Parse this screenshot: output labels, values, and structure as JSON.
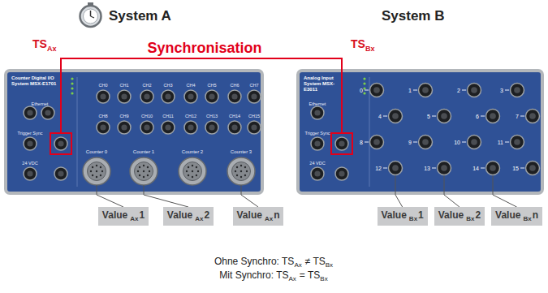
{
  "diagram": {
    "nodes": [
      {
        "text": [
          "System A",
          "Counter Digital I/O System MSX-E1701"
        ]
      },
      {
        "text": [
          "System B",
          "Analog Input System MSX-E3011"
        ]
      },
      {
        "text": [
          "Value",
          "Ax",
          "1"
        ]
      },
      {
        "text": [
          "Value",
          "Ax",
          "2"
        ]
      },
      {
        "text": [
          "Value",
          "Ax",
          "n"
        ]
      },
      {
        "text": [
          "Value",
          "Bx",
          "1"
        ]
      },
      {
        "text": [
          "Value",
          "Bx",
          "2"
        ]
      },
      {
        "text": [
          "Value",
          "Bx",
          "n"
        ]
      }
    ],
    "edges": [
      {
        "from": 0,
        "to": 1,
        "arrow": "none",
        "label": "Synchronisation"
      },
      {
        "from": 2,
        "to": 0,
        "arrow": "none"
      },
      {
        "from": 3,
        "to": 0,
        "arrow": "none"
      },
      {
        "from": 4,
        "to": 0,
        "arrow": "none"
      },
      {
        "from": 5,
        "to": 1,
        "arrow": "none"
      },
      {
        "from": 6,
        "to": 1,
        "arrow": "none"
      },
      {
        "from": 7,
        "to": 1,
        "arrow": "none"
      }
    ],
    "labels": [
      "TS",
      "Ax",
      "TS",
      "Bx",
      "Ohne Synchro: TS",
      "Ax",
      "≠ TS",
      "Bx",
      "Mit Synchro: TS",
      "Ax",
      "= TS",
      "Bx",
      "CH0",
      "CH1",
      "CH2",
      "CH3",
      "CH4",
      "CH5",
      "CH6",
      "CH7",
      "CH8",
      "CH9",
      "CH10",
      "CH11",
      "CH12",
      "CH13",
      "CH14",
      "CH15",
      "Counter 0",
      "Counter 1",
      "Counter 2",
      "Counter 3",
      "0",
      "1",
      "2",
      "3",
      "4",
      "5",
      "6",
      "7",
      "8",
      "9",
      "10",
      "11",
      "12",
      "13",
      "14",
      "15",
      "Ethernet",
      "Trigger Sync",
      "24 VDC",
      "Ethernet",
      "Trigger Sync",
      "24 VDC"
    ]
  }
}
